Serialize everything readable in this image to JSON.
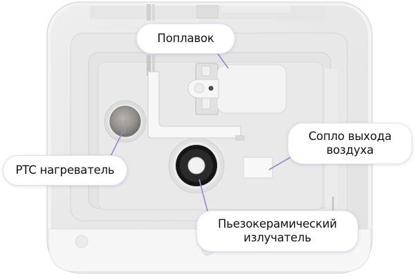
{
  "image": {
    "subject": "ultrasonic humidifier water tank base, top view",
    "background_color": "#ffffff",
    "leader_line_color": "#9b86d6",
    "callout_border_color": "#e6e0f3"
  },
  "callouts": [
    {
      "id": "float",
      "label": "Поплавок",
      "lines": [
        "Поплавок"
      ]
    },
    {
      "id": "ptc-heater",
      "label": "PTC нагреватель",
      "lines": [
        "PTC нагреватель"
      ]
    },
    {
      "id": "air-nozzle",
      "label": "Сопло выхода воздуха",
      "lines": [
        "Сопло выхода",
        "воздуха"
      ]
    },
    {
      "id": "piezo-emitter",
      "label": "Пьезокерамический излучатель",
      "lines": [
        "Пьезокерамический",
        "излучатель"
      ]
    }
  ]
}
